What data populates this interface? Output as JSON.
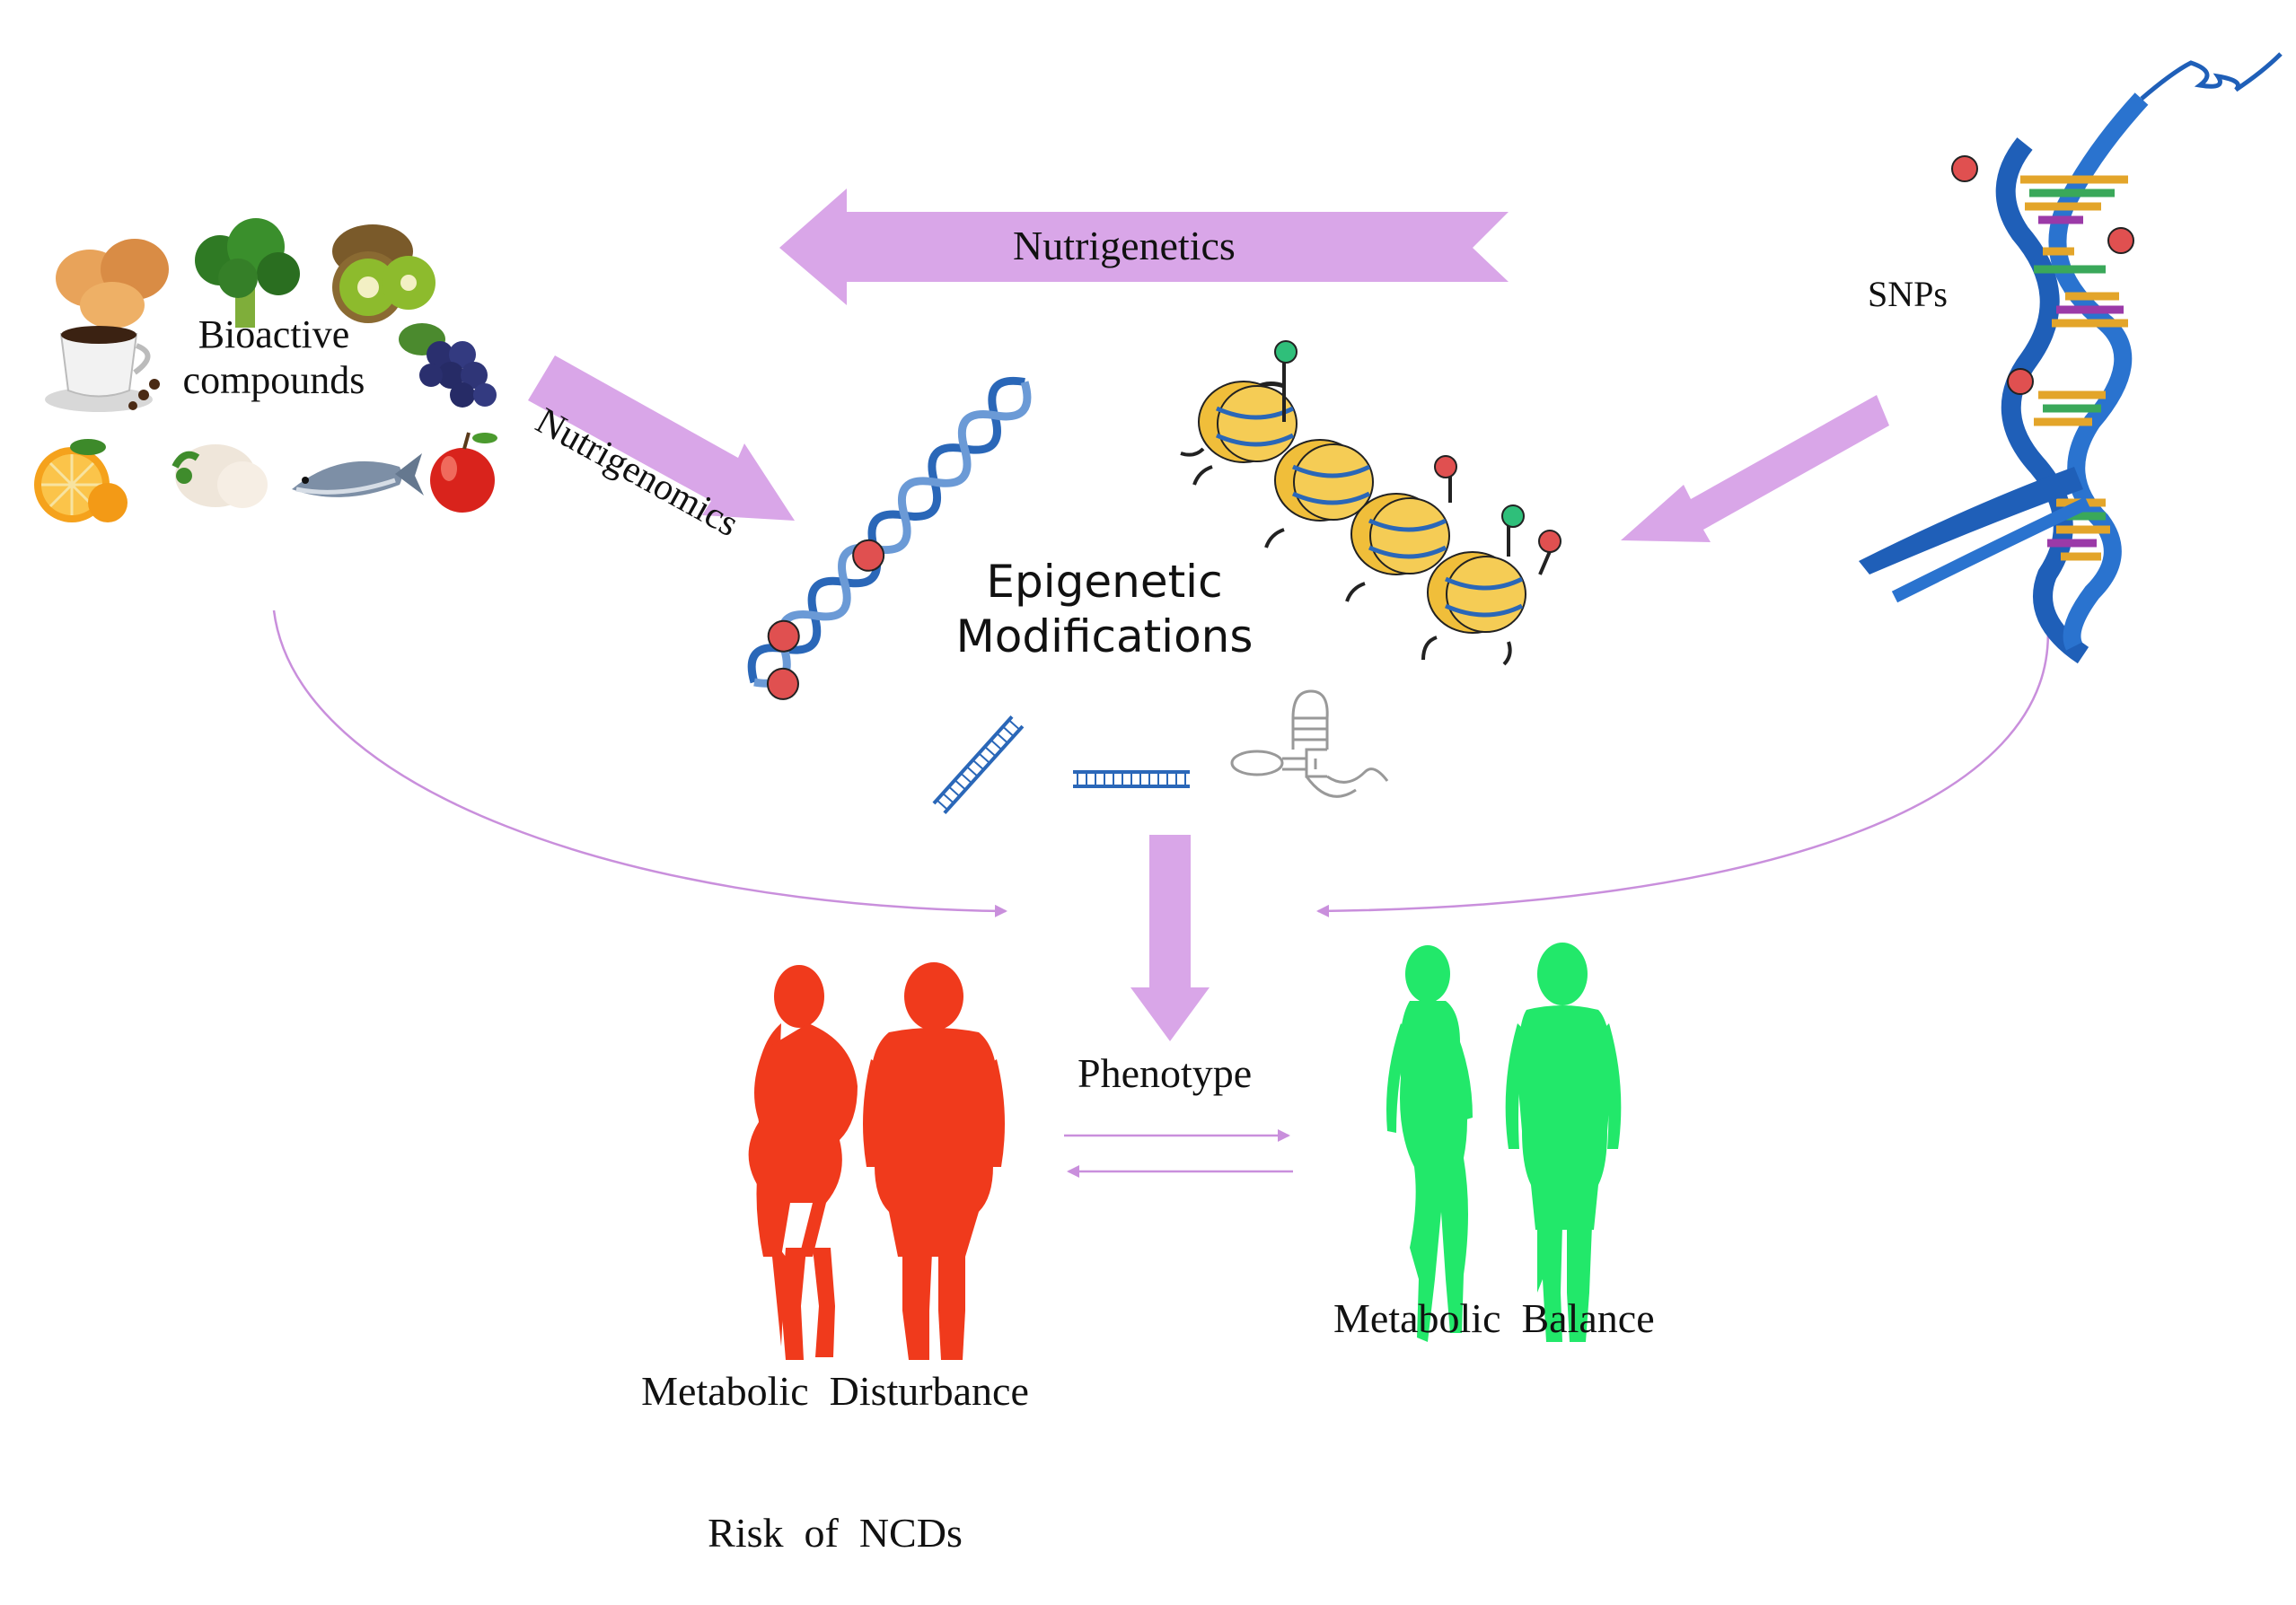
{
  "labels": {
    "bioactive": [
      "Bioactive",
      "compounds"
    ],
    "nutrigenetics": "Nutrigenetics",
    "nutrigenomics": "Nutrigenomics",
    "snps": "SNPs",
    "epigenetic": [
      "Epigenetic",
      "Modifications"
    ],
    "phenotype": "Phenotype",
    "disturbance": [
      "Metabolic  Disturbance",
      "Risk  of  NCDs"
    ],
    "balance": "Metabolic  Balance"
  },
  "colors": {
    "arrow_fill": "#d9a6e8",
    "arrow_line": "#c98fdc",
    "dna_blue": "#1f5fb8",
    "disturbance": "#f03a1c",
    "balance": "#22e86a",
    "nucleosome": "#f0be3a"
  },
  "icons": [
    "eggs-icon",
    "broccoli-icon",
    "kiwi-icon",
    "coffee-icon",
    "grapes-icon",
    "orange-icon",
    "garlic-icon",
    "fish-icon",
    "apple-icon",
    "dna-helix-icon",
    "nucleosome-icon",
    "mirna-icon"
  ]
}
